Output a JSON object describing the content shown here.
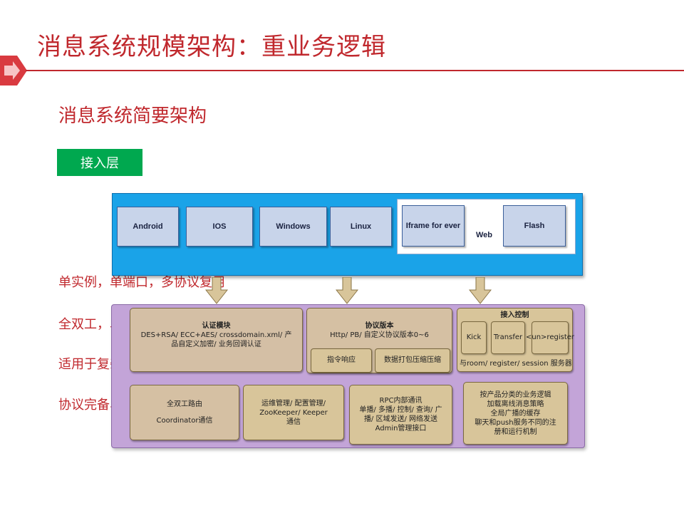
{
  "title": "消息系统规模架构：重业务逻辑",
  "subtitle": "消息系统简要架构",
  "access_layer_label": "接入层",
  "bullets": [
    "单实例，单端口，多协议复用",
    "全双工，单客户端，一个长连接服务单通道",
    "适用于复杂环境下的稳定的接入策略",
    "协议完备、可靠、安全"
  ],
  "clients": {
    "android": "Android",
    "ios": "IOS",
    "windows": "Windows",
    "linux": "Linux",
    "web_group": {
      "label": "Web",
      "iframe": "Iframe for ever",
      "flash": "Flash"
    }
  },
  "modules": {
    "auth": {
      "head": "认证模块",
      "lines": [
        "DES+RSA/ ECC+AES/ crossdomain.xml/ 产",
        "品自定义加密/ 业务回调认证"
      ]
    },
    "protocol": {
      "head": "协议版本",
      "line": "Http/ PB/ 自定义协议版本0~6",
      "cmd": "指令响应",
      "compress": "数据打包压缩压缩"
    },
    "access_control": {
      "head": "接入控制",
      "kick": "Kick",
      "transfer": "Transfer",
      "unregister": "<un>register",
      "caption": "与room/ register/ session 服务器"
    },
    "duplex_route": {
      "line1": "全双工路由",
      "line2": "Coordinator通信"
    },
    "ops": {
      "lines": [
        "运维管理/ 配置管理/",
        "ZooKeeper/ Keeper",
        "通信"
      ]
    },
    "rpc": {
      "lines": [
        "RPC内部通讯",
        "单播/ 多播/ 控制/ 查询/ 广",
        "播/ 区域发送/ 网络发送",
        "Admin管理接口"
      ]
    },
    "business": {
      "lines": [
        "按产品分类的业务逻辑",
        "加载离线消息策略",
        "全局广播的缓存",
        "聊天和push服务不同的注",
        "册和运行机制"
      ]
    }
  },
  "colors": {
    "accent_red": "#c0282d",
    "access_green": "#00a84f",
    "client_blue": "#1aa3e8",
    "server_purple": "#c3a4d8",
    "module_tan": "#d8c59a"
  }
}
